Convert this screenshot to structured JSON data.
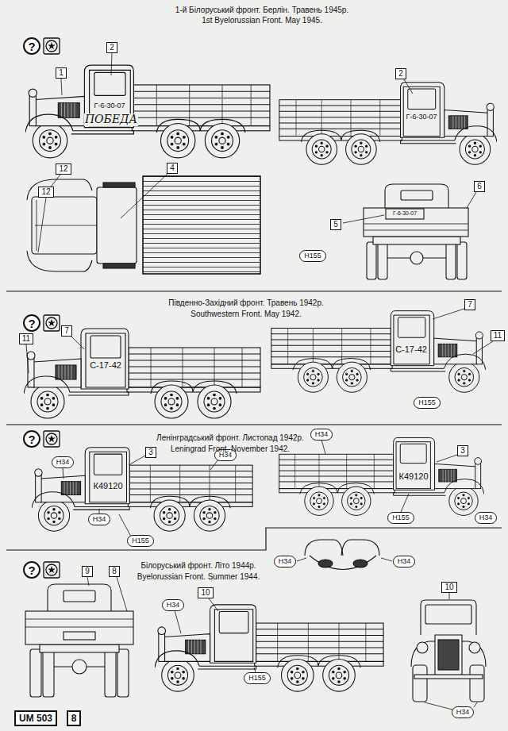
{
  "diagram": {
    "nodes": [
      {
        "text": [
          "?"
        ]
      },
      {
        "text": [
          "2"
        ]
      },
      {
        "text": [
          "1"
        ]
      },
      {
        "text": [
          "2"
        ]
      },
      {
        "text": [
          "12"
        ]
      },
      {
        "text": [
          "4"
        ]
      },
      {
        "text": [
          "12"
        ]
      },
      {
        "text": [
          "6"
        ]
      },
      {
        "text": [
          "5"
        ]
      },
      {
        "text": [
          "H155"
        ]
      },
      {
        "text": [
          "7"
        ]
      },
      {
        "text": [
          "?"
        ]
      },
      {
        "text": [
          "7"
        ]
      },
      {
        "text": [
          "11"
        ]
      },
      {
        "text": [
          "11"
        ]
      },
      {
        "text": [
          "H155"
        ]
      },
      {
        "text": [
          "H34"
        ]
      },
      {
        "text": [
          "?"
        ]
      },
      {
        "text": [
          "3"
        ]
      },
      {
        "text": [
          "3"
        ]
      },
      {
        "text": [
          "H34"
        ]
      },
      {
        "text": [
          "H34"
        ]
      },
      {
        "text": [
          "H34"
        ]
      },
      {
        "text": [
          "H34"
        ]
      },
      {
        "text": [
          "H155"
        ]
      },
      {
        "text": [
          "H155"
        ]
      },
      {
        "text": [
          "H34"
        ]
      },
      {
        "text": [
          "H34"
        ]
      },
      {
        "text": [
          "?"
        ]
      },
      {
        "text": [
          "9"
        ]
      },
      {
        "text": [
          "8"
        ]
      },
      {
        "text": [
          "10"
        ]
      },
      {
        "text": [
          "10"
        ]
      },
      {
        "text": [
          "H34"
        ]
      },
      {
        "text": [
          "H155"
        ]
      },
      {
        "text": [
          "H34"
        ]
      },
      {
        "text": [
          "UM 503"
        ]
      },
      {
        "text": [
          "8"
        ]
      }
    ],
    "labels": [
      "1-й Білоруський фронт. Берлін. Травень 1945р.",
      "1st Byelorussian Front. May 1945.",
      "Г-6-30-07",
      "ПОБЕДА",
      "Г-6-30-07",
      "Г-6-30-07",
      "Південно-Західний фронт. Травень 1942р.",
      "Southwestern Front. May 1942.",
      "С-17-42",
      "С-17-42",
      "Ленінградський фронт. Листопад 1942р.",
      "Leningrad Front. November 1942.",
      "К49120",
      "К49120",
      "Білоруський фронт. Літо 1944р.",
      "Byelorussian Front. Summer 1944."
    ]
  }
}
